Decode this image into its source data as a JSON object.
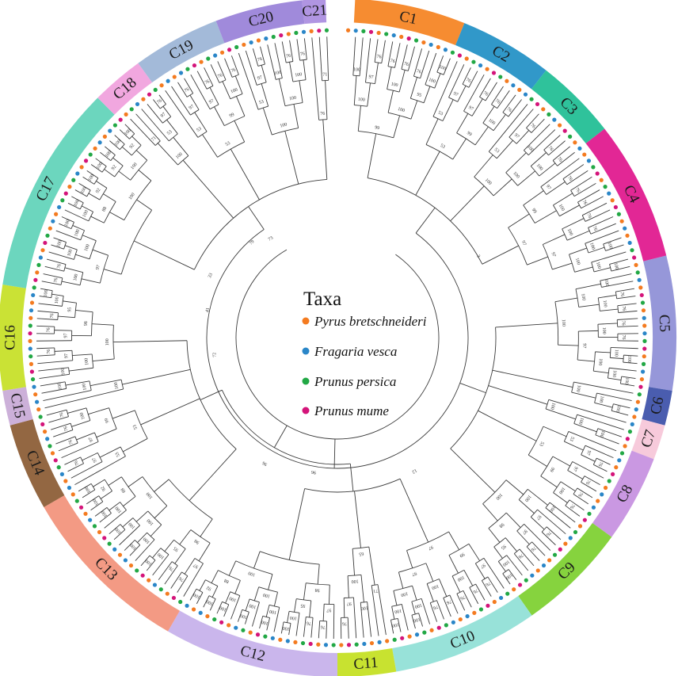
{
  "legend": {
    "title": "Taxa",
    "items": [
      {
        "label": "Pyrus bretschneideri",
        "color": "#f47b20"
      },
      {
        "label": "Fragaria vesca",
        "color": "#2a86c8"
      },
      {
        "label": "Prunus persica",
        "color": "#22a845"
      },
      {
        "label": "Prunus mume",
        "color": "#d4147a"
      }
    ]
  },
  "clades": [
    {
      "label": "C1",
      "color": "#f58220",
      "start": 3,
      "end": 22
    },
    {
      "label": "C2",
      "color": "#1f8fc4",
      "start": 22,
      "end": 38
    },
    {
      "label": "C3",
      "color": "#1dbd92",
      "start": 38,
      "end": 52
    },
    {
      "label": "C4",
      "color": "#e0158c",
      "start": 52,
      "end": 76
    },
    {
      "label": "C5",
      "color": "#8d8ed6",
      "start": 76,
      "end": 99
    },
    {
      "label": "C6",
      "color": "#3b4fa8",
      "start": 99,
      "end": 105
    },
    {
      "label": "C7",
      "color": "#f6c6d8",
      "start": 105,
      "end": 111
    },
    {
      "label": "C8",
      "color": "#c58fe0",
      "start": 111,
      "end": 126
    },
    {
      "label": "C9",
      "color": "#7ccf2e",
      "start": 126,
      "end": 145
    },
    {
      "label": "C10",
      "color": "#8fe0d6",
      "start": 145,
      "end": 170
    },
    {
      "label": "C11",
      "color": "#c3e01e",
      "start": 170,
      "end": 180
    },
    {
      "label": "C12",
      "color": "#c5b0ea",
      "start": 180,
      "end": 210
    },
    {
      "label": "C13",
      "color": "#f2917a",
      "start": 210,
      "end": 240
    },
    {
      "label": "C14",
      "color": "#8a5a32",
      "start": 240,
      "end": 255
    },
    {
      "label": "C15",
      "color": "#c8a9d6",
      "start": 255,
      "end": 261
    },
    {
      "label": "C16",
      "color": "#c6e024",
      "start": 261,
      "end": 279
    },
    {
      "label": "C17",
      "color": "#5fd3b8",
      "start": 279,
      "end": 315
    },
    {
      "label": "C18",
      "color": "#f0a0dc",
      "start": 315,
      "end": 324
    },
    {
      "label": "C19",
      "color": "#9bb4d6",
      "start": 324,
      "end": 339
    },
    {
      "label": "C20",
      "color": "#9880d8",
      "start": 339,
      "end": 354
    },
    {
      "label": "C21",
      "color": "#a98ce0",
      "start": 354,
      "end": 358
    }
  ],
  "leaf_species_cycle": [
    0,
    1,
    2,
    3,
    0,
    2,
    1,
    0,
    3,
    2,
    0,
    1
  ],
  "bootstrap_values": [
    "100",
    "99",
    "98",
    "100",
    "97",
    "100",
    "95",
    "100",
    "88",
    "100",
    "76",
    "100",
    "92",
    "100",
    "65",
    "100",
    "71",
    "100",
    "53",
    "100"
  ],
  "inner_labels": [
    "73",
    "79",
    "96",
    "96",
    "12",
    "3",
    "72",
    "41",
    "33"
  ]
}
